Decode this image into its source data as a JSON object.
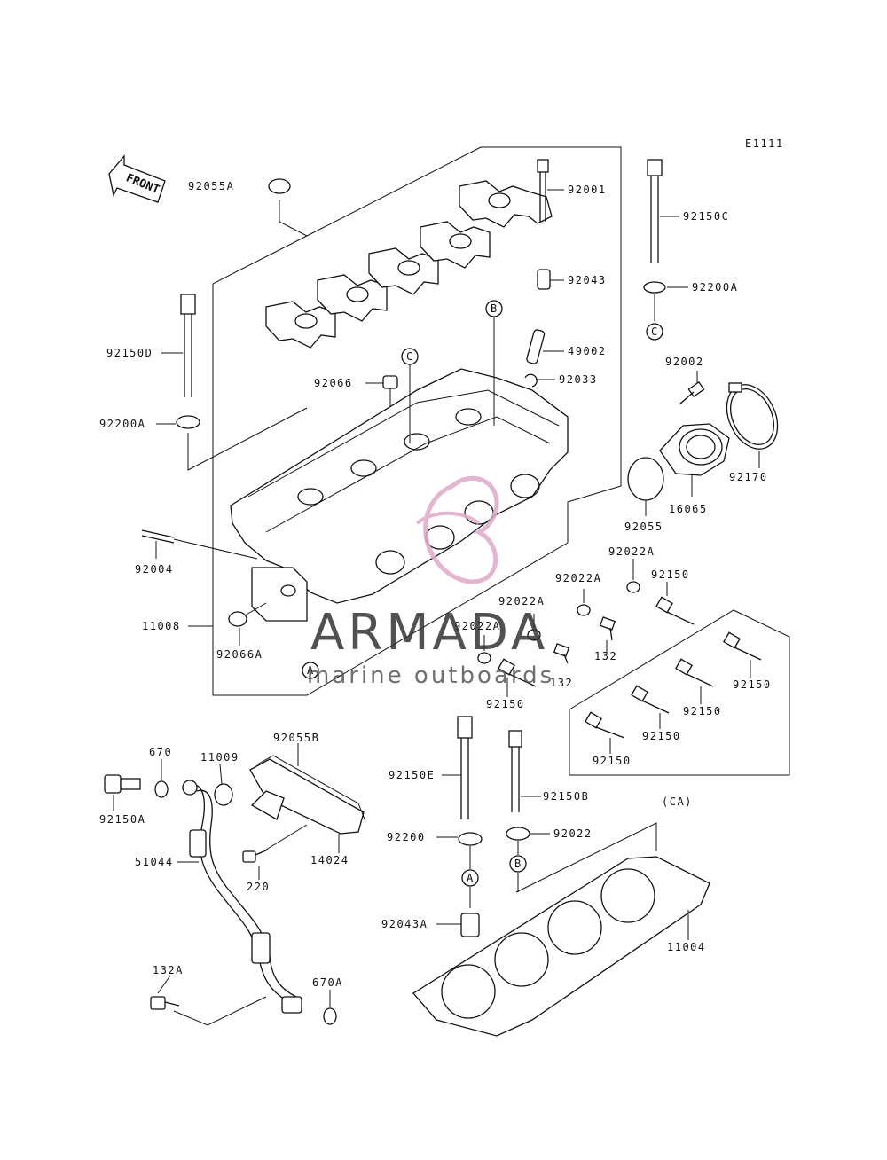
{
  "diagram_code": "E1111",
  "front_label": "FRONT",
  "watermark": {
    "brand": "ARMADA",
    "tagline": "marine outboards",
    "accent_color": "#e0a8c8"
  },
  "part_labels": {
    "p92055A": "92055A",
    "p92001": "92001",
    "p92043": "92043",
    "p92150C": "92150C",
    "p92200A_top": "92200A",
    "p92150D": "92150D",
    "p49002": "49002",
    "p92066": "92066",
    "p92033": "92033",
    "p92002": "92002",
    "p92200A_left": "92200A",
    "p92170": "92170",
    "p16065": "16065",
    "p92055": "92055",
    "p92004": "92004",
    "p92022A_1": "92022A",
    "p92022A_2": "92022A",
    "p92150_top": "92150",
    "p11008": "11008",
    "p92022A_3": "92022A",
    "p92022A_4": "92022A",
    "p92066A": "92066A",
    "p132_1": "132",
    "p132_2": "132",
    "p92150_ca1": "92150",
    "p92150_mid": "92150",
    "p92150_ca2": "92150",
    "p92150_ca3": "92150",
    "p92150_ca4": "92150",
    "p92055B": "92055B",
    "p670": "670",
    "p11009": "11009",
    "p92150E": "92150E",
    "p92150B": "92150B",
    "p92150A": "92150A",
    "p14024": "14024",
    "p92200": "92200",
    "p92022": "92022",
    "p220": "220",
    "p51044": "51044",
    "p92043A": "92043A",
    "p11004": "11004",
    "p132A": "132A",
    "p670A": "670A",
    "group_ca": "(CA)"
  },
  "callouts": {
    "B_top": "B",
    "C_top": "C",
    "C_right": "C",
    "A_left": "A",
    "A_bottom": "A",
    "B_bottom": "B"
  }
}
